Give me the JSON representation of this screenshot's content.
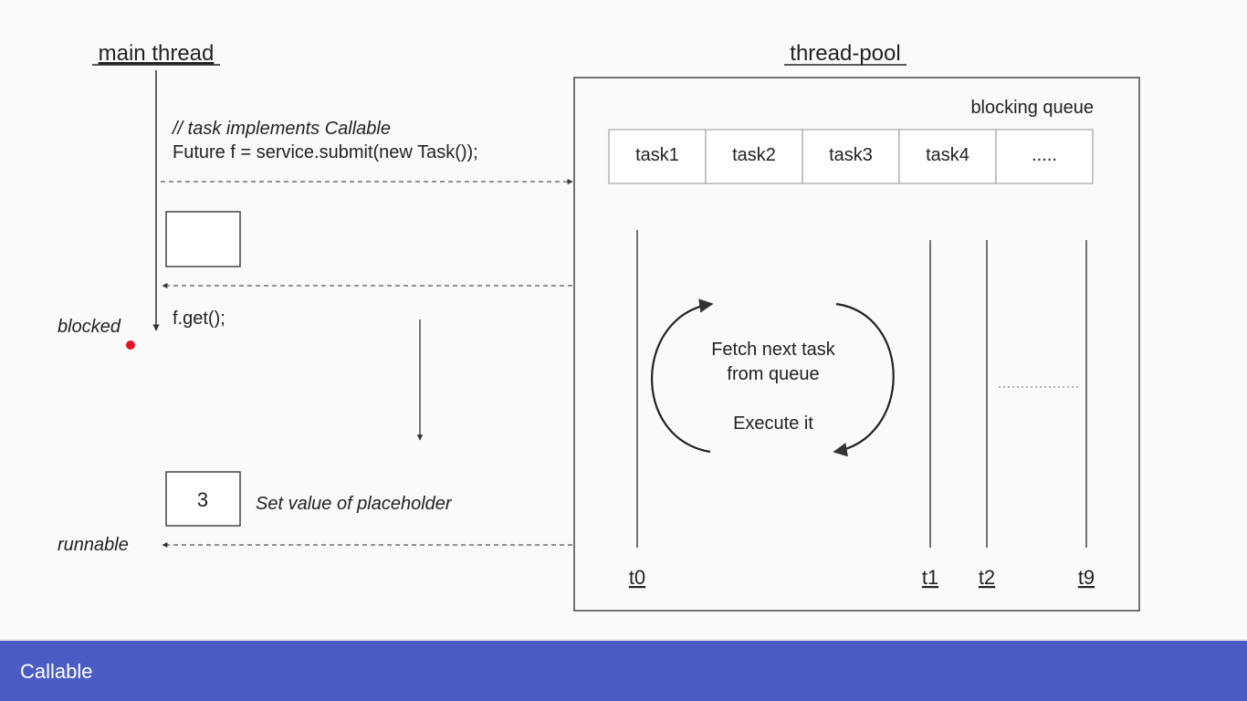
{
  "main_thread": {
    "title": "main thread",
    "code_comment": "// task implements Callable",
    "code_submit": "Future f =  service.submit(new Task());",
    "code_get": "f.get();",
    "state_blocked": "blocked",
    "state_runnable": "runnable",
    "placeholder_value": "3",
    "placeholder_note": "Set value of placeholder"
  },
  "thread_pool": {
    "title": "thread-pool",
    "queue_label": "blocking queue",
    "queue_items": [
      "task1",
      "task2",
      "task3",
      "task4",
      "....."
    ],
    "loop_text_line1": "Fetch next task",
    "loop_text_line2": "from queue",
    "loop_text_line3": "Execute it",
    "threads": [
      "t0",
      "t1",
      "t2",
      "t9"
    ]
  },
  "footer": {
    "label": "Callable"
  },
  "colors": {
    "footer_bg": "#4a5cc4",
    "blocked_dot": "#e0142a"
  }
}
